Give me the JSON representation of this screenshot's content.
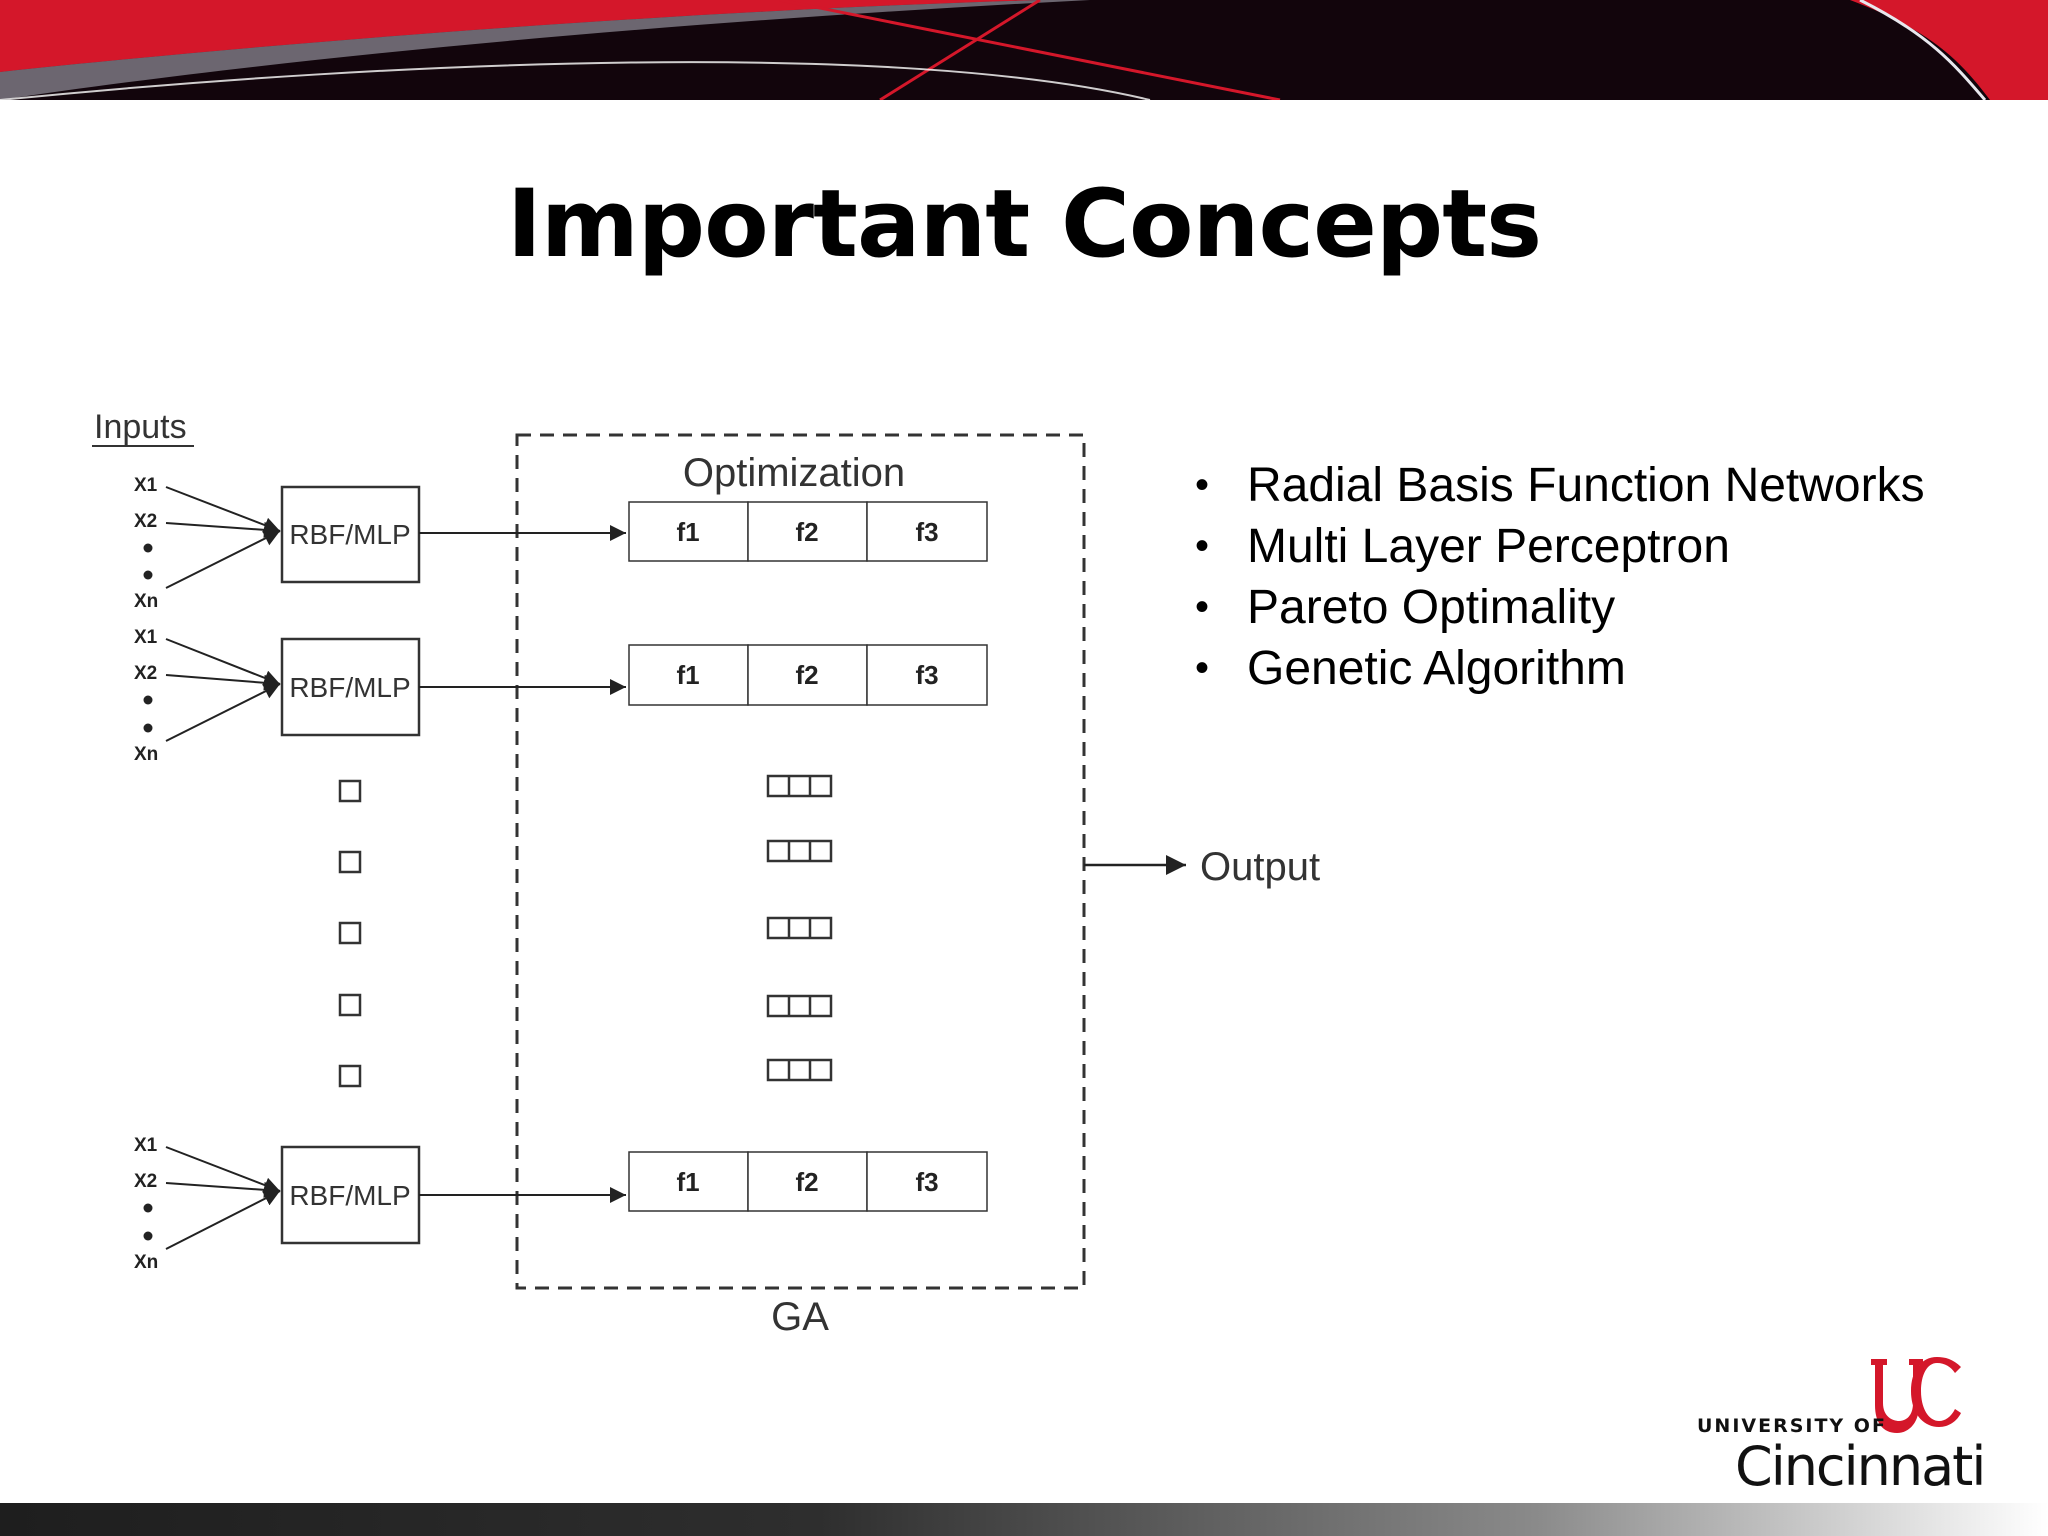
{
  "slide": {
    "title": "Important Concepts"
  },
  "diagram": {
    "inputs_label": "Inputs",
    "optimization_label": "Optimization",
    "ga_label": "GA",
    "output_label": "Output",
    "input_labels": [
      "X1",
      "X2",
      "Xn"
    ],
    "block_label": "RBF/MLP",
    "objective_labels": [
      "f1",
      "f2",
      "f3"
    ]
  },
  "bullets": [
    "Radial Basis Function Networks",
    "Multi Layer Perceptron",
    "Pareto Optimality",
    "Genetic Algorithm"
  ],
  "logo": {
    "line1": "UNIVERSITY OF",
    "line2": "Cincinnati"
  },
  "colors": {
    "banner_dark": "#12050c",
    "banner_red": "#d4172a",
    "footer_dark": "#1e1e1e",
    "logo_red": "#d4172a"
  }
}
